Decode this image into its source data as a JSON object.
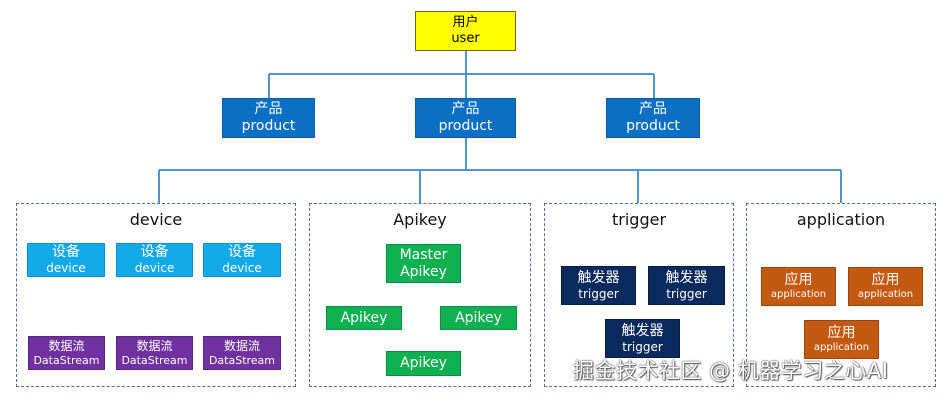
{
  "colors": {
    "connector": "#4f94cd",
    "user": "#ffff00",
    "product": "#0b6fc3",
    "device": "#12a9e8",
    "datastream": "#7030a0",
    "apikey": "#0fb050",
    "trigger": "#0b2a5e",
    "application": "#c45911"
  },
  "user": {
    "zh": "用户",
    "en": "user"
  },
  "products": [
    {
      "zh": "产品",
      "en": "product"
    },
    {
      "zh": "产品",
      "en": "product"
    },
    {
      "zh": "产品",
      "en": "product"
    }
  ],
  "groups": {
    "device": {
      "title": "device",
      "devices": [
        {
          "zh": "设备",
          "en": "device"
        },
        {
          "zh": "设备",
          "en": "device"
        },
        {
          "zh": "设备",
          "en": "device"
        }
      ],
      "streams": [
        {
          "zh": "数据流",
          "en": "DataStream"
        },
        {
          "zh": "数据流",
          "en": "DataStream"
        },
        {
          "zh": "数据流",
          "en": "DataStream"
        }
      ]
    },
    "apikey": {
      "title": "Apikey",
      "master": {
        "line1": "Master",
        "line2": "Apikey"
      },
      "keys": [
        "Apikey",
        "Apikey",
        "Apikey"
      ]
    },
    "trigger": {
      "title": "trigger",
      "items": [
        {
          "zh": "触发器",
          "en": "trigger"
        },
        {
          "zh": "触发器",
          "en": "trigger"
        },
        {
          "zh": "触发器",
          "en": "trigger"
        }
      ]
    },
    "application": {
      "title": "application",
      "items": [
        {
          "zh": "应用",
          "en": "application"
        },
        {
          "zh": "应用",
          "en": "application"
        },
        {
          "zh": "应用",
          "en": "application"
        }
      ]
    }
  },
  "watermark": "掘金技术社区 @ 机器学习之心AI"
}
